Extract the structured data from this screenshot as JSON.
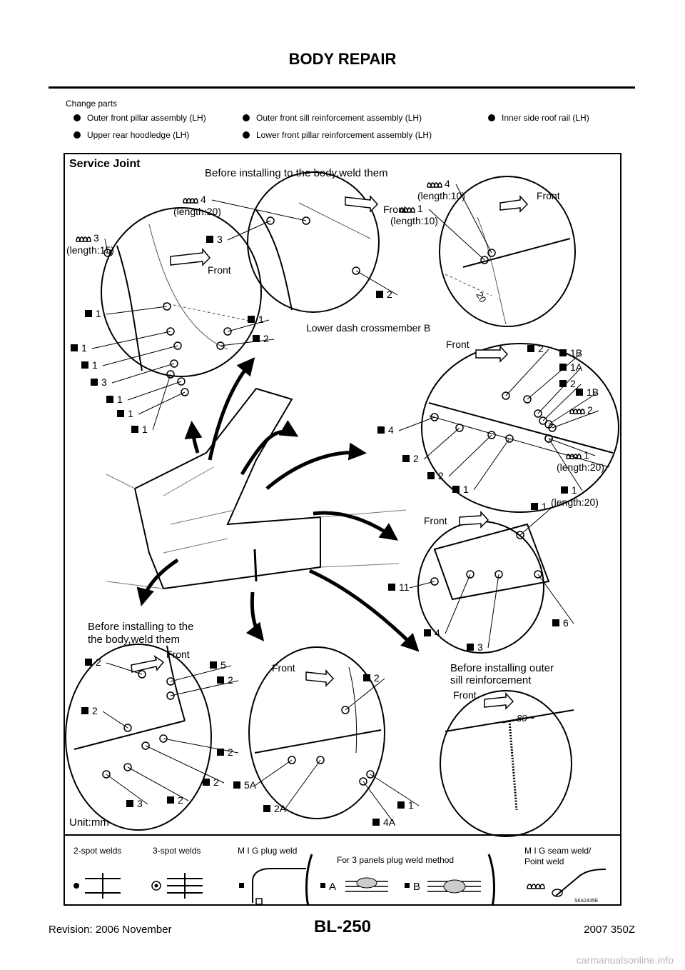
{
  "header": {
    "title": "BODY REPAIR"
  },
  "change_parts": {
    "heading": "Change parts",
    "items": [
      "Outer front pillar assembly (LH)",
      "Outer front sill reinforcement assembly (LH)",
      "Inner side roof rail (LH)",
      "Upper rear hoodledge (LH)",
      "Lower front pillar reinforcement assembly (LH)"
    ]
  },
  "diagram": {
    "title": "Service Joint",
    "captions": {
      "top": "Before installing to the body,weld them",
      "bottom_left_1": "Before installing to the",
      "bottom_left_2": "the body,weld them",
      "bottom_right_1": "Before installing outer",
      "bottom_right_2": "sill reinforcement",
      "unit": "Unit:mm",
      "lower_dash": "Lower dash crossmember B"
    },
    "front_label": "Front",
    "dimension_20": "20",
    "dimension_80": "80",
    "image_code": "SIIA2435E",
    "callouts": {
      "d1": [
        {
          "n": "3",
          "len": "(length:15)"
        },
        {
          "n": "1"
        },
        {
          "n": "1"
        },
        {
          "n": "1"
        },
        {
          "n": "3"
        },
        {
          "n": "1"
        },
        {
          "n": "1"
        },
        {
          "n": "1"
        },
        {
          "n": "1"
        },
        {
          "n": "2"
        }
      ],
      "d2": [
        {
          "n": "4",
          "len": "(length:20)"
        },
        {
          "n": "3"
        },
        {
          "n": "2"
        }
      ],
      "d3": [
        {
          "n": "4",
          "len": "(length:10)"
        },
        {
          "n": "1",
          "len": "(length:10)"
        }
      ],
      "d4": [
        {
          "n": "2"
        },
        {
          "n": "1B"
        },
        {
          "n": "1A"
        },
        {
          "n": "2"
        },
        {
          "n": "1B"
        },
        {
          "n": "2"
        },
        {
          "n": "4"
        },
        {
          "n": "2"
        },
        {
          "n": "2"
        },
        {
          "n": "1"
        },
        {
          "n": "1",
          "len": "(length:20)"
        }
      ],
      "d5": [
        {
          "n": "1"
        },
        {
          "n": "11"
        },
        {
          "n": "4"
        },
        {
          "n": "3"
        },
        {
          "n": "6"
        }
      ],
      "d6": [
        {
          "n": "2"
        },
        {
          "n": "5"
        },
        {
          "n": "2"
        },
        {
          "n": "2"
        },
        {
          "n": "2"
        },
        {
          "n": "2"
        },
        {
          "n": "3"
        },
        {
          "n": "2"
        }
      ],
      "d7": [
        {
          "n": "2"
        },
        {
          "n": "5A"
        },
        {
          "n": "2A"
        },
        {
          "n": "1"
        },
        {
          "n": "4A"
        }
      ]
    },
    "legend": {
      "two_spot": "2-spot welds",
      "three_spot": "3-spot welds",
      "mig_plug": "M I G plug weld",
      "three_panel": "For 3 panels plug weld method",
      "mig_seam_1": "M I G seam weld/",
      "mig_seam_2": "Point weld",
      "label_a": "A",
      "label_b": "B"
    }
  },
  "footer": {
    "revision": "Revision: 2006 November",
    "page": "BL-250",
    "model": "2007 350Z"
  },
  "watermark": "carmanualsonline.info"
}
